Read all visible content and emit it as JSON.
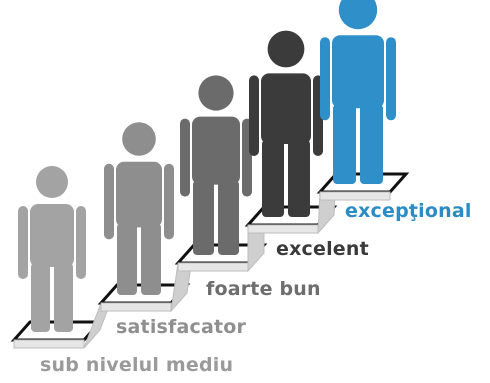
{
  "levels": [
    {
      "label": "sub nivelul mediu",
      "figure_color": "#a3a3a3",
      "label_color": "#9a9a9a"
    },
    {
      "label": "satisfacator",
      "figure_color": "#8e8e8e",
      "label_color": "#8f8f8f"
    },
    {
      "label": "foarte bun",
      "figure_color": "#6b6b6b",
      "label_color": "#6e6e6e"
    },
    {
      "label": "excelent",
      "figure_color": "#3b3b3b",
      "label_color": "#3a3a3a"
    },
    {
      "label": "excepţional",
      "figure_color": "#2f8fc8",
      "label_color": "#2a8cc7"
    }
  ],
  "colors": {
    "step_top": "#ffffff",
    "step_front": "#e6e6e6",
    "step_side": "#cfcfcf",
    "frame": "#111111",
    "background": "#ffffff"
  }
}
